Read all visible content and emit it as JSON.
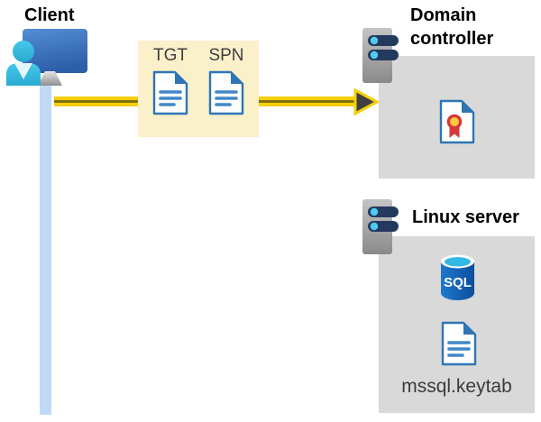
{
  "client": {
    "label": "Client"
  },
  "tokens": {
    "tgt": "TGT",
    "spn": "SPN"
  },
  "domain_controller": {
    "label": "Domain\ncontroller"
  },
  "linux_server": {
    "label": "Linux server",
    "sql_badge": "SQL",
    "keytab": "mssql.keytab"
  },
  "colors": {
    "token_box_bg": "#faf0c9",
    "server_box_bg": "#d9d9d9",
    "arrow_yellow": "#f6ce0c",
    "arrow_stripe": "#7f7208",
    "arrow_head": "#3f3f3f",
    "client_line_blue": "#bfd9f6",
    "document_blue": "#2e75b6",
    "monitor_blue": "#2c5fa9",
    "person_cyan": "#41c4e8",
    "server_bar_navy": "#24395e",
    "server_dot_cyan": "#4fcbee",
    "sql_body_blue": "#0c4e9c",
    "sql_top_cyan": "#32b8e4",
    "cert_red": "#d6383b",
    "cert_gold": "#ffc83d"
  }
}
